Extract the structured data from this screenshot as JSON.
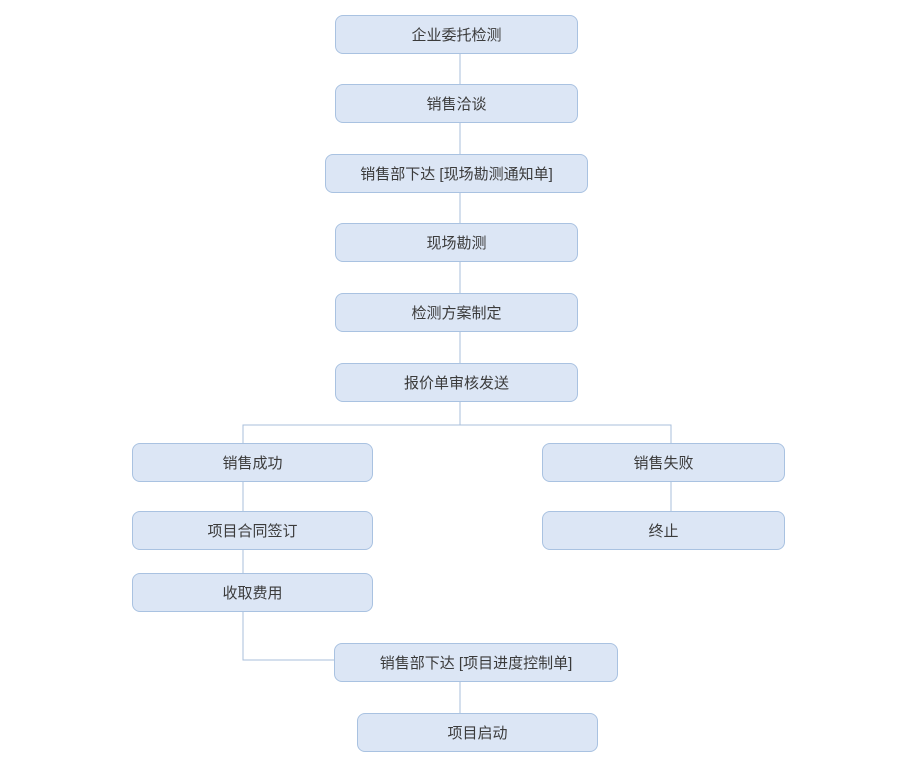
{
  "diagram": {
    "type": "flowchart",
    "nodes": [
      {
        "id": "entrust",
        "label": "企业委托检测"
      },
      {
        "id": "sales-talk",
        "label": "销售洽谈"
      },
      {
        "id": "survey-notice",
        "label": "销售部下达 [现场勘测通知单]"
      },
      {
        "id": "site-survey",
        "label": "现场勘测"
      },
      {
        "id": "plan",
        "label": "检测方案制定"
      },
      {
        "id": "quotation",
        "label": "报价单审核发送"
      },
      {
        "id": "sales-success",
        "label": "销售成功"
      },
      {
        "id": "contract",
        "label": "项目合同签订"
      },
      {
        "id": "collect-fee",
        "label": "收取费用"
      },
      {
        "id": "sales-fail",
        "label": "销售失败"
      },
      {
        "id": "terminate",
        "label": "终止"
      },
      {
        "id": "progress-control",
        "label": "销售部下达 [项目进度控制单]"
      },
      {
        "id": "project-start",
        "label": "项目启动"
      }
    ],
    "edges": [
      {
        "from": "entrust",
        "to": "sales-talk"
      },
      {
        "from": "sales-talk",
        "to": "survey-notice"
      },
      {
        "from": "survey-notice",
        "to": "site-survey"
      },
      {
        "from": "site-survey",
        "to": "plan"
      },
      {
        "from": "plan",
        "to": "quotation"
      },
      {
        "from": "quotation",
        "to": "sales-success"
      },
      {
        "from": "quotation",
        "to": "sales-fail"
      },
      {
        "from": "sales-success",
        "to": "contract"
      },
      {
        "from": "contract",
        "to": "collect-fee"
      },
      {
        "from": "collect-fee",
        "to": "progress-control"
      },
      {
        "from": "sales-fail",
        "to": "terminate"
      },
      {
        "from": "progress-control",
        "to": "project-start"
      }
    ]
  },
  "colors": {
    "node_fill": "#dce6f5",
    "node_border": "#a9c2e1",
    "connector": "#a9bfdb",
    "text": "#3b3b3b",
    "background": "#ffffff"
  }
}
